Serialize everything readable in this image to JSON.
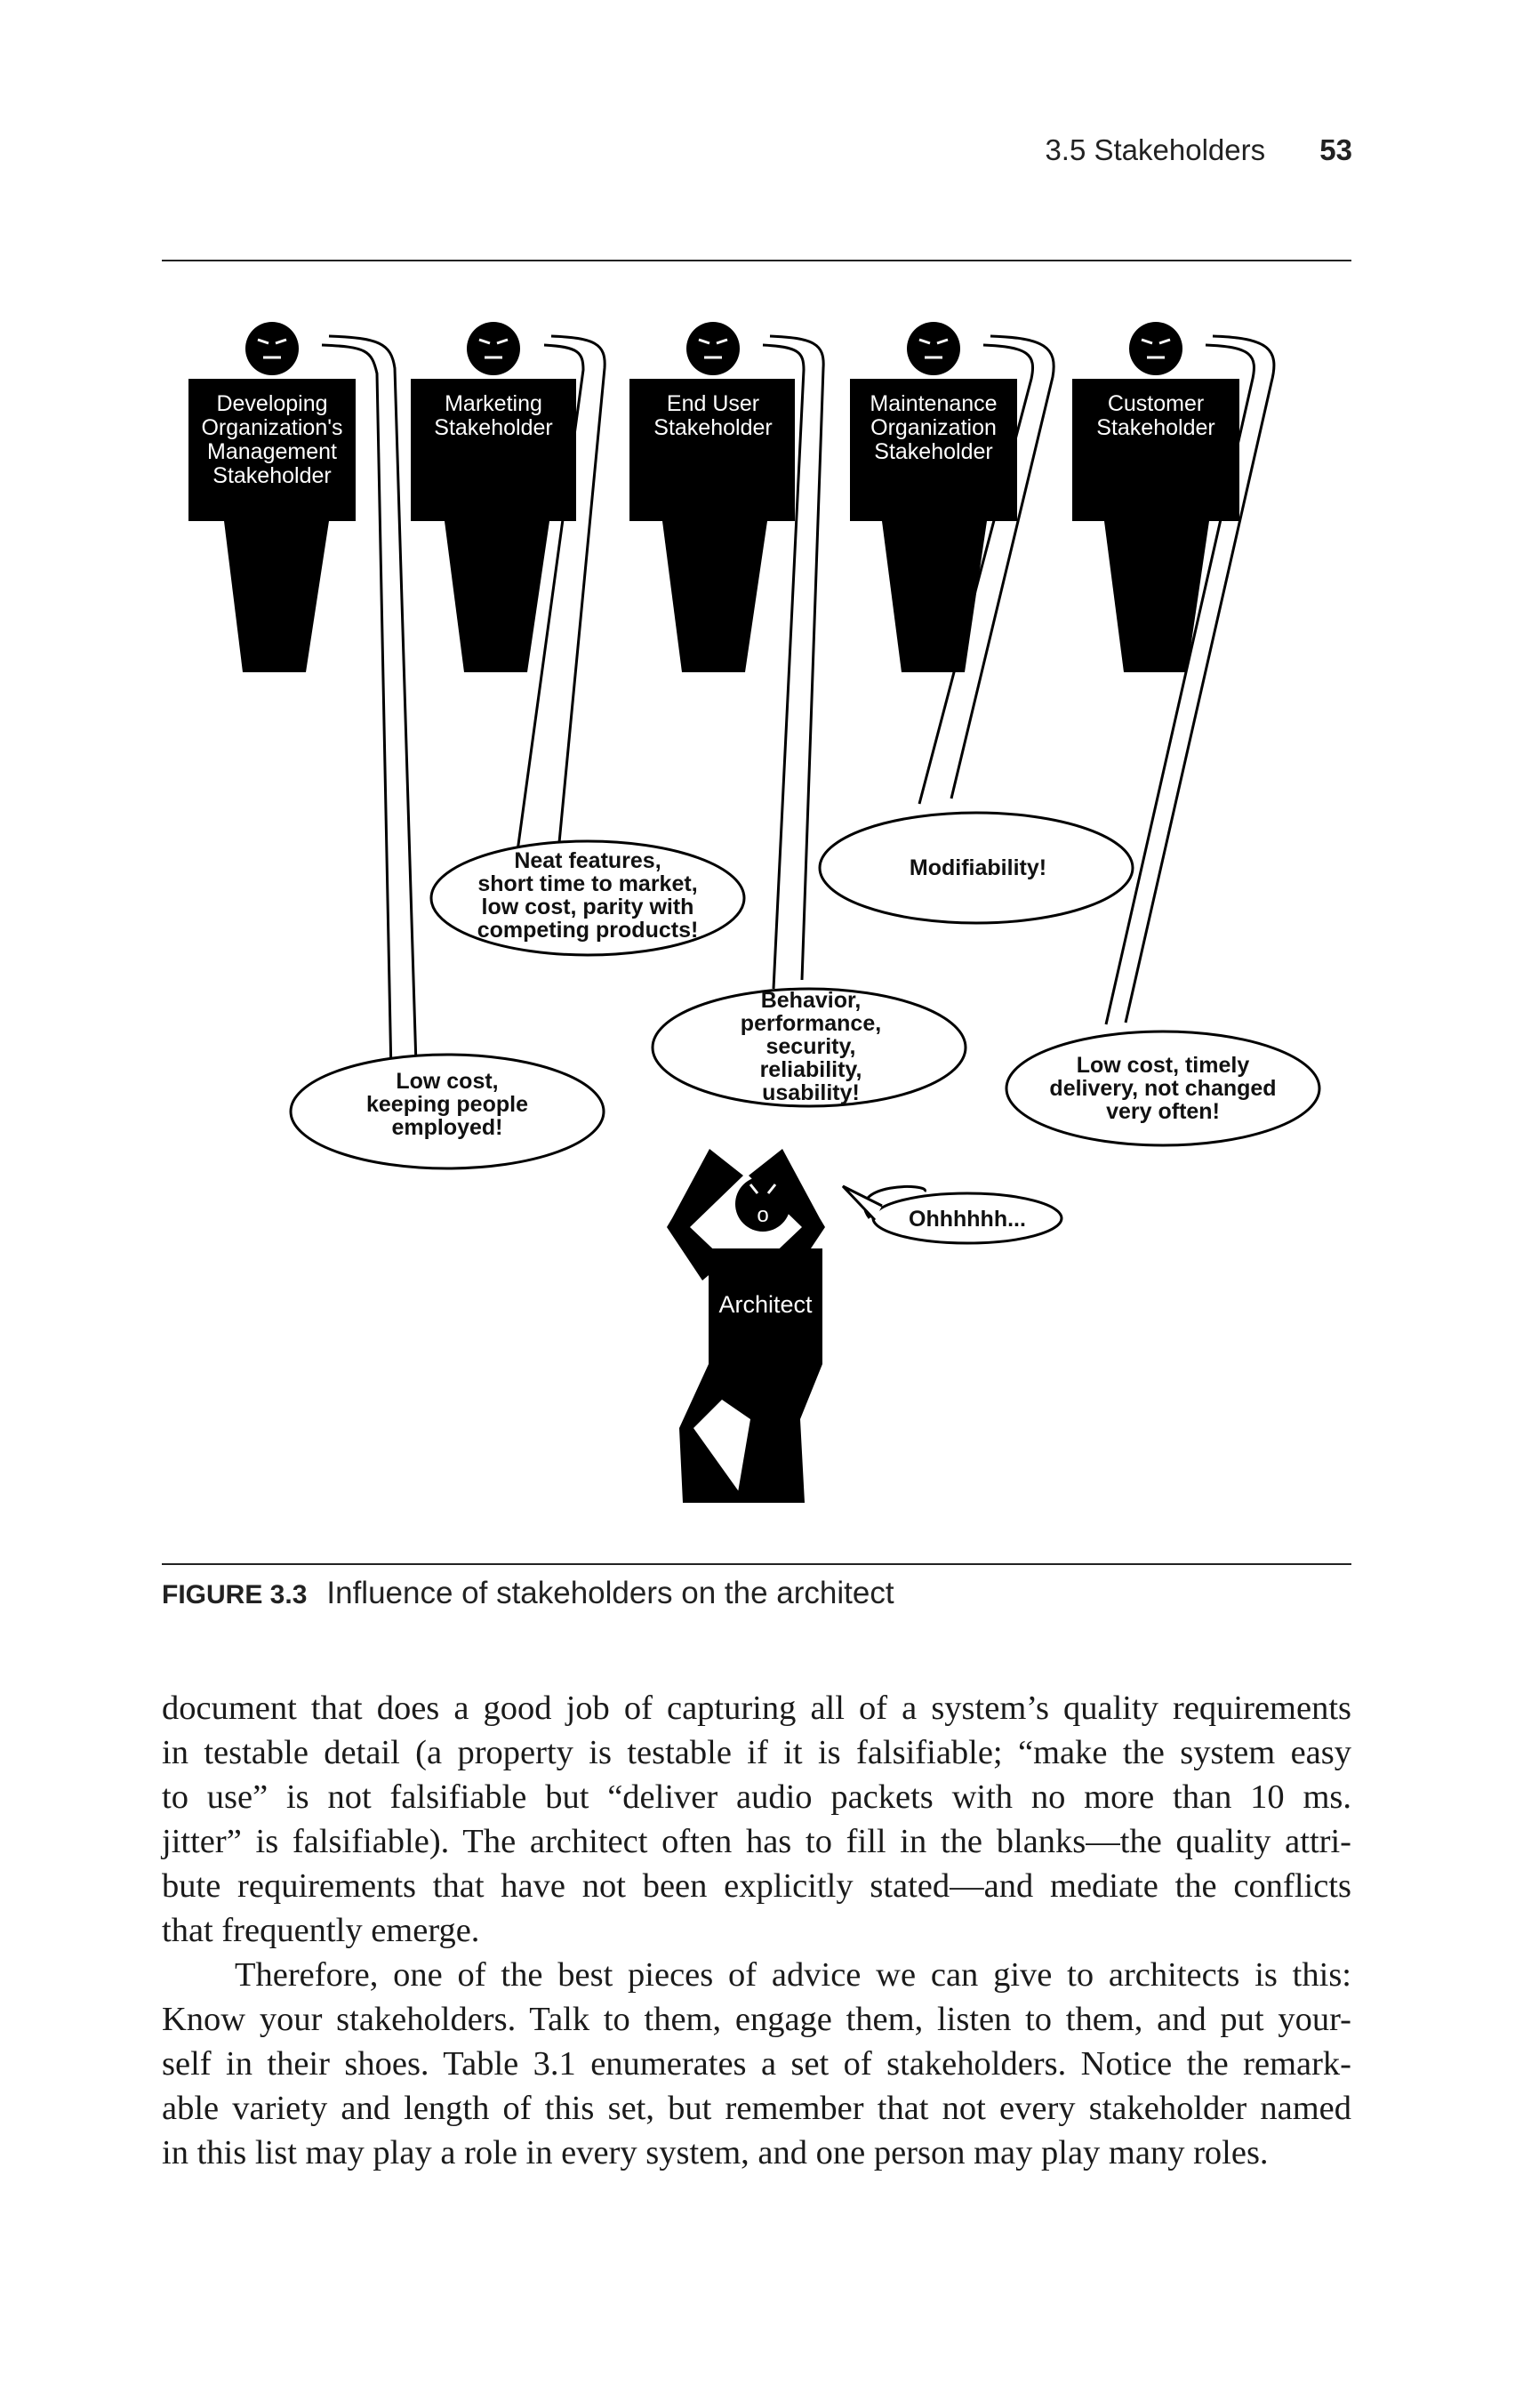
{
  "running_head": {
    "section": "3.5 Stakeholders",
    "page_number": "53"
  },
  "figure": {
    "stakeholders": [
      {
        "name": "developing-org-management",
        "label_lines": [
          "Developing",
          "Organization's",
          "Management",
          "Stakeholder"
        ],
        "bubble_lines": [
          "Low cost,",
          "keeping people",
          "employed!"
        ]
      },
      {
        "name": "marketing",
        "label_lines": [
          "Marketing",
          "Stakeholder"
        ],
        "bubble_lines": [
          "Neat features,",
          "short time to market,",
          "low cost, parity with",
          "competing products!"
        ]
      },
      {
        "name": "end-user",
        "label_lines": [
          "End User",
          "Stakeholder"
        ],
        "bubble_lines": [
          "Behavior,",
          "performance,",
          "security,",
          "reliability,",
          "usability!"
        ]
      },
      {
        "name": "maintenance-org",
        "label_lines": [
          "Maintenance",
          "Organization",
          "Stakeholder"
        ],
        "bubble_lines": [
          "Modifiability!"
        ]
      },
      {
        "name": "customer",
        "label_lines": [
          "Customer",
          "Stakeholder"
        ],
        "bubble_lines": [
          "Low cost, timely",
          "delivery, not changed",
          "very often!"
        ]
      }
    ],
    "architect": {
      "label": "Architect",
      "bubble": "Ohhhhhh...",
      "mouth": "o"
    }
  },
  "caption": {
    "label": "FIGURE 3.3",
    "text": "Influence of stakeholders on the architect"
  },
  "body": {
    "paragraph1": [
      "document that does a good job of capturing all of a system’s quality requirements",
      "in testable detail (a property is testable if it is falsifiable; “make the system easy",
      "to use” is not falsifiable but “deliver audio packets with no more than 10 ms.",
      "jitter” is falsifiable). The architect often has to fill in the blanks—the quality attri-",
      "bute requirements that have not been explicitly stated—and mediate the conflicts",
      "that frequently emerge."
    ],
    "paragraph2": [
      "Therefore, one of the best pieces of advice we can give to architects is this:",
      "Know your stakeholders. Talk to them, engage them, listen to them, and put your-",
      "self in their shoes. Table 3.1 enumerates a set of stakeholders. Notice the remark-",
      "able variety and length of this set, but remember that not every stakeholder named",
      "in this list may play a role in every system, and one person may play many roles."
    ]
  }
}
